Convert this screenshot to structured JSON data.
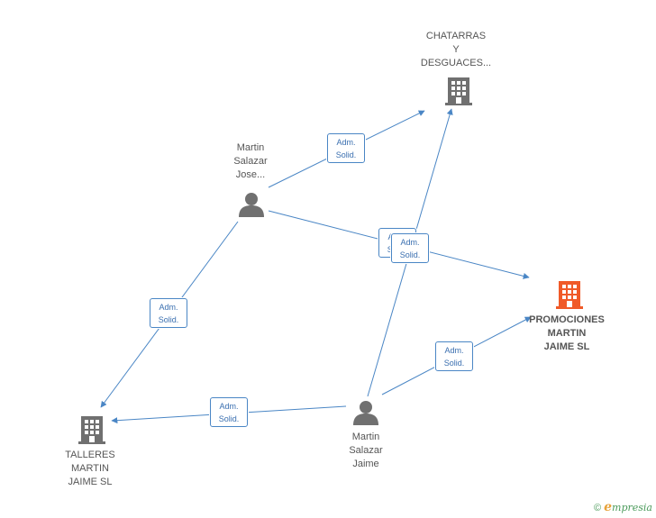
{
  "nodes": [
    {
      "id": "chatarras",
      "type": "company",
      "focus": false,
      "lines": [
        "CHATARRAS",
        "Y",
        "DESGUACES..."
      ]
    },
    {
      "id": "martin_jose",
      "type": "person",
      "focus": false,
      "lines": [
        "Martin",
        "Salazar",
        "Jose..."
      ]
    },
    {
      "id": "promociones",
      "type": "company",
      "focus": true,
      "lines": [
        "PROMOCIONES",
        "MARTIN",
        "JAIME SL"
      ]
    },
    {
      "id": "talleres",
      "type": "company",
      "focus": false,
      "lines": [
        "TALLERES",
        "MARTIN",
        "JAIME SL"
      ]
    },
    {
      "id": "martin_jaime",
      "type": "person",
      "focus": false,
      "lines": [
        "Martin",
        "Salazar",
        "Jaime"
      ]
    }
  ],
  "edges": [
    {
      "from": "martin_jose",
      "to": "chatarras",
      "label": [
        "Adm.",
        "Solid."
      ]
    },
    {
      "from": "martin_jose",
      "to": "promociones",
      "label": [
        "Adm.",
        "Solid."
      ]
    },
    {
      "from": "martin_jose",
      "to": "talleres",
      "label": [
        "Adm.",
        "Solid."
      ]
    },
    {
      "from": "martin_jaime",
      "to": "chatarras",
      "label": [
        "Adm.",
        "Solid."
      ]
    },
    {
      "from": "martin_jaime",
      "to": "promociones",
      "label": [
        "Adm.",
        "Solid."
      ]
    },
    {
      "from": "martin_jaime",
      "to": "talleres",
      "label": [
        "Adm.",
        "Solid."
      ]
    }
  ],
  "colors": {
    "edge": "#4a86c5",
    "company": "#707070",
    "focus_company": "#f05a28",
    "person": "#707070"
  },
  "footer": {
    "copyright": "©",
    "brand": "mpresia",
    "brand_initial": "e"
  }
}
